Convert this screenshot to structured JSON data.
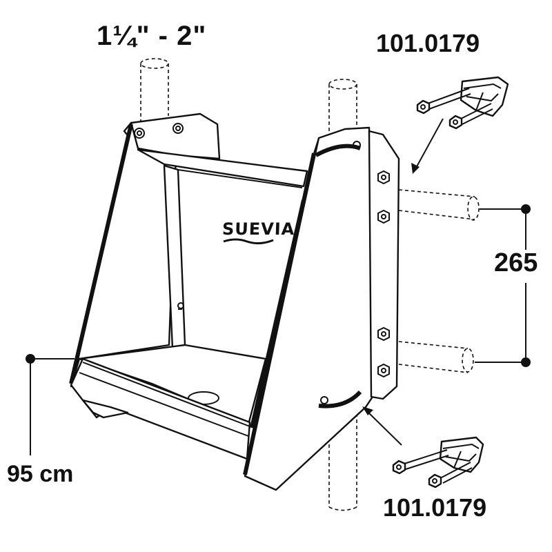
{
  "labels": {
    "pipe_size": "1¼\" - 2\"",
    "part_code_top": "101.0179",
    "part_code_bottom": "101.0179",
    "spacing": "265",
    "height": "95 cm",
    "brand": "SUEVIA"
  },
  "colors": {
    "line": "#111111",
    "background": "#ffffff"
  },
  "icons": [
    "bolt-icon",
    "nut-icon",
    "u-bolt-clamp-icon",
    "arrow-icon",
    "dimension-dot-icon"
  ]
}
